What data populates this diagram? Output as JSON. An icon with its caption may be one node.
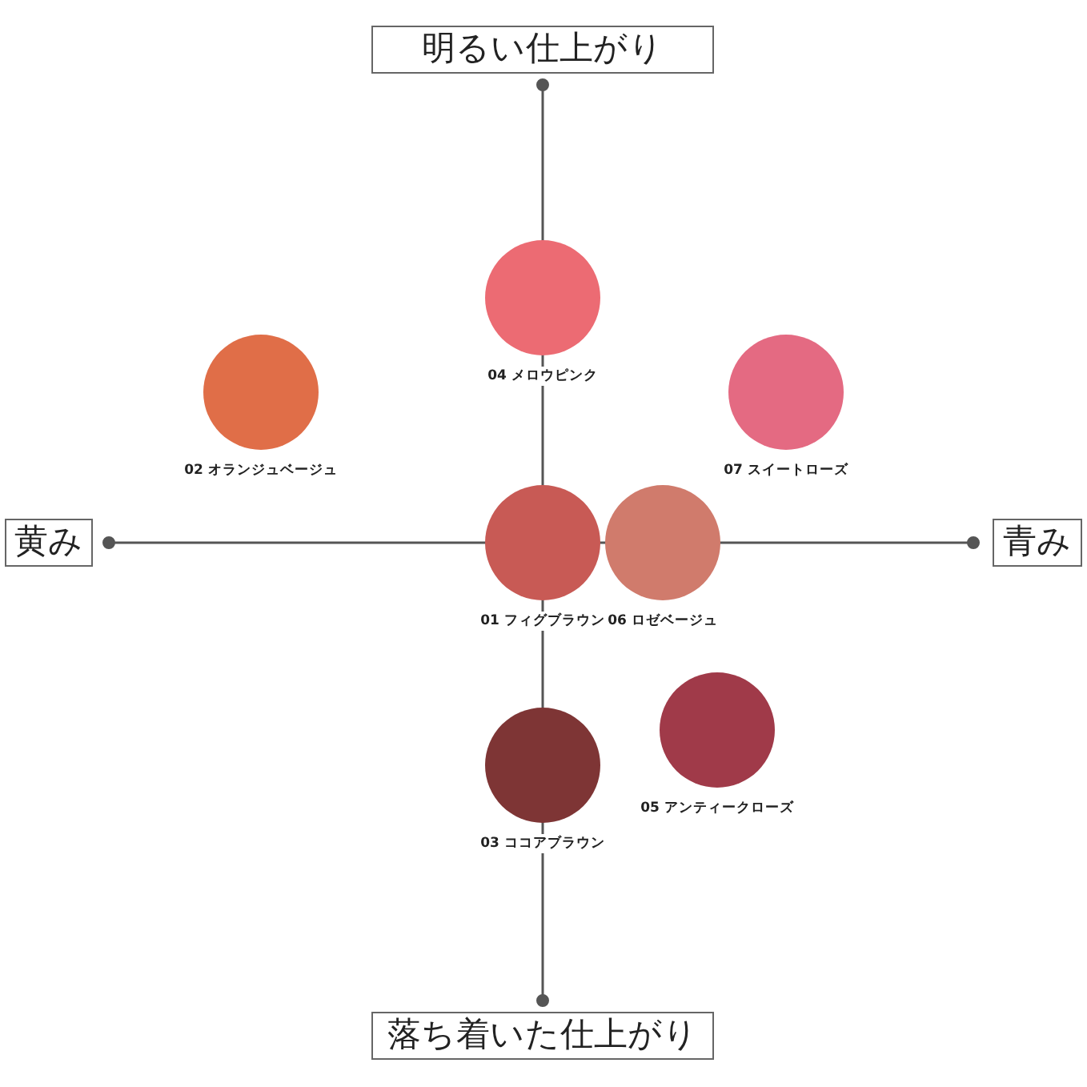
{
  "diagram": {
    "nodes": [
      {
        "text": [
          "明るい仕上がり"
        ]
      },
      {
        "text": [],
        "shape": "circle",
        "beside": [
          "04 メロウピンク"
        ]
      },
      {
        "text": [],
        "shape": "circle",
        "beside": [
          "02 オランジュベージュ"
        ]
      },
      {
        "text": [],
        "shape": "circle",
        "beside": [
          "07 スイートローズ"
        ]
      },
      {
        "text": [
          "黄み"
        ]
      },
      {
        "text": [],
        "shape": "circle",
        "beside": [
          "01 フィグブラウン"
        ]
      },
      {
        "text": [],
        "shape": "circle",
        "beside": [
          "06 ロゼベージュ"
        ]
      },
      {
        "text": [
          "青み"
        ]
      },
      {
        "text": [],
        "shape": "circle",
        "beside": [
          "05 アンティークローズ"
        ]
      },
      {
        "text": [],
        "shape": "circle",
        "beside": [
          "03 ココアブラウン"
        ]
      },
      {
        "text": [
          "落ち着いた仕上がり"
        ]
      }
    ]
  }
}
